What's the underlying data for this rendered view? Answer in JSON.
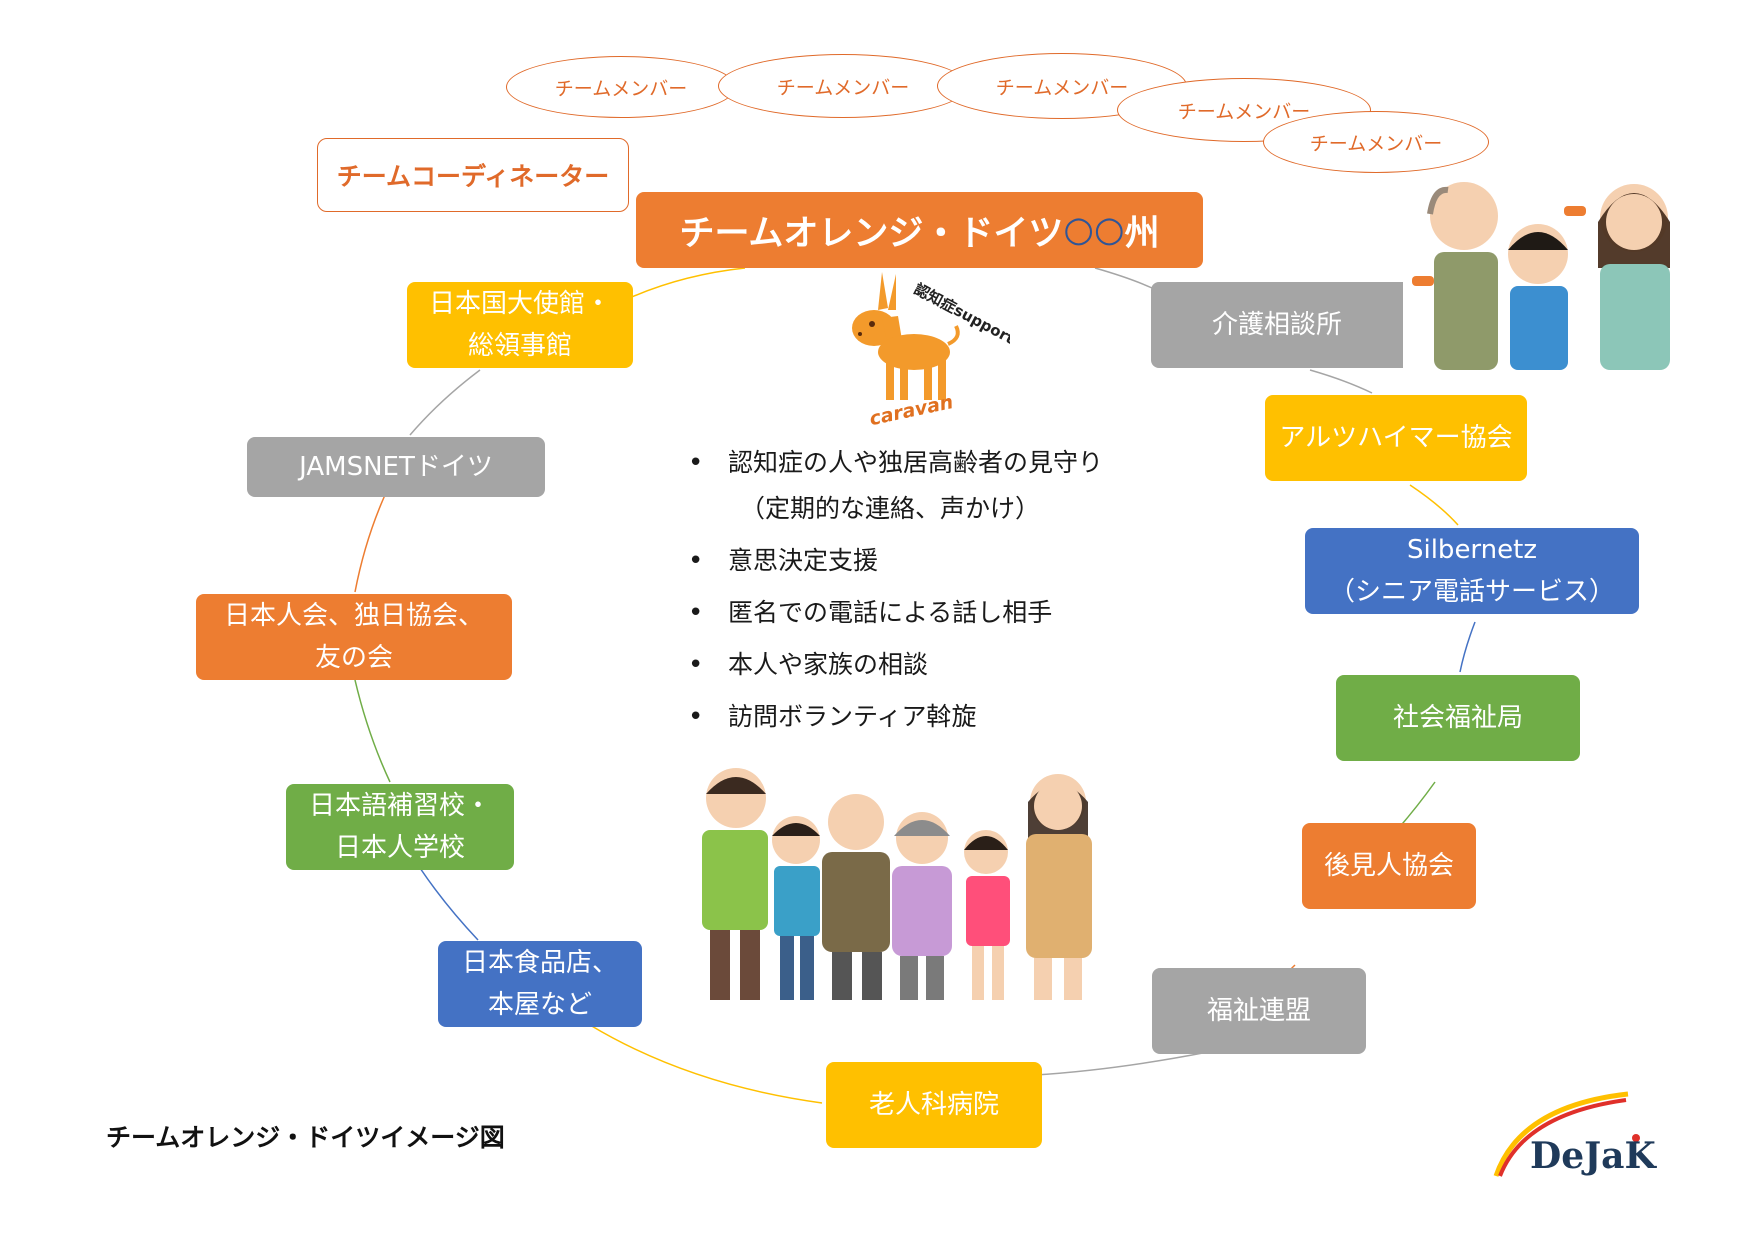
{
  "diagram": {
    "title": {
      "prefix": "チームオレンジ・ドイツ",
      "circles": "○○",
      "suffix": "州"
    },
    "coordinator": "チームコーディネーター",
    "team_members": [
      "チームメンバー",
      "チームメンバー",
      "チームメンバー",
      "チームメンバー",
      "チームメンバー"
    ],
    "logo": {
      "top_text": "認知症supporter",
      "bottom_text": "caravan"
    },
    "activities": [
      "認知症の人や独居高齢者の見守り",
      "（定期的な連絡、声かけ）",
      "意思決定支援",
      "匿名での電話による話し相手",
      "本人や家族の相談",
      "訪問ボランティア斡旋"
    ],
    "nodes": [
      {
        "label": "日本国大使館・\n総領事館",
        "color": "#ffc000"
      },
      {
        "label": "JAMSNETドイツ",
        "color": "#a5a5a5"
      },
      {
        "label": "日本人会、独日協会、\n友の会",
        "color": "#ed7d31"
      },
      {
        "label": "日本語補習校・\n日本人学校",
        "color": "#70ad47"
      },
      {
        "label": "日本食品店、\n本屋など",
        "color": "#4472c4"
      },
      {
        "label": "老人科病院",
        "color": "#ffc000"
      },
      {
        "label": "福祉連盟",
        "color": "#a5a5a5"
      },
      {
        "label": "後見人協会",
        "color": "#ed7d31"
      },
      {
        "label": "社会福祉局",
        "color": "#70ad47"
      },
      {
        "label": "Silbernetz\n（シニア電話サービス）",
        "color": "#4472c4"
      },
      {
        "label": "アルツハイマー協会",
        "color": "#ffc000"
      },
      {
        "label": "介護相談所",
        "color": "#a5a5a5"
      }
    ],
    "caption": "チームオレンジ・ドイツイメージ図",
    "brand": "DeJaK"
  }
}
